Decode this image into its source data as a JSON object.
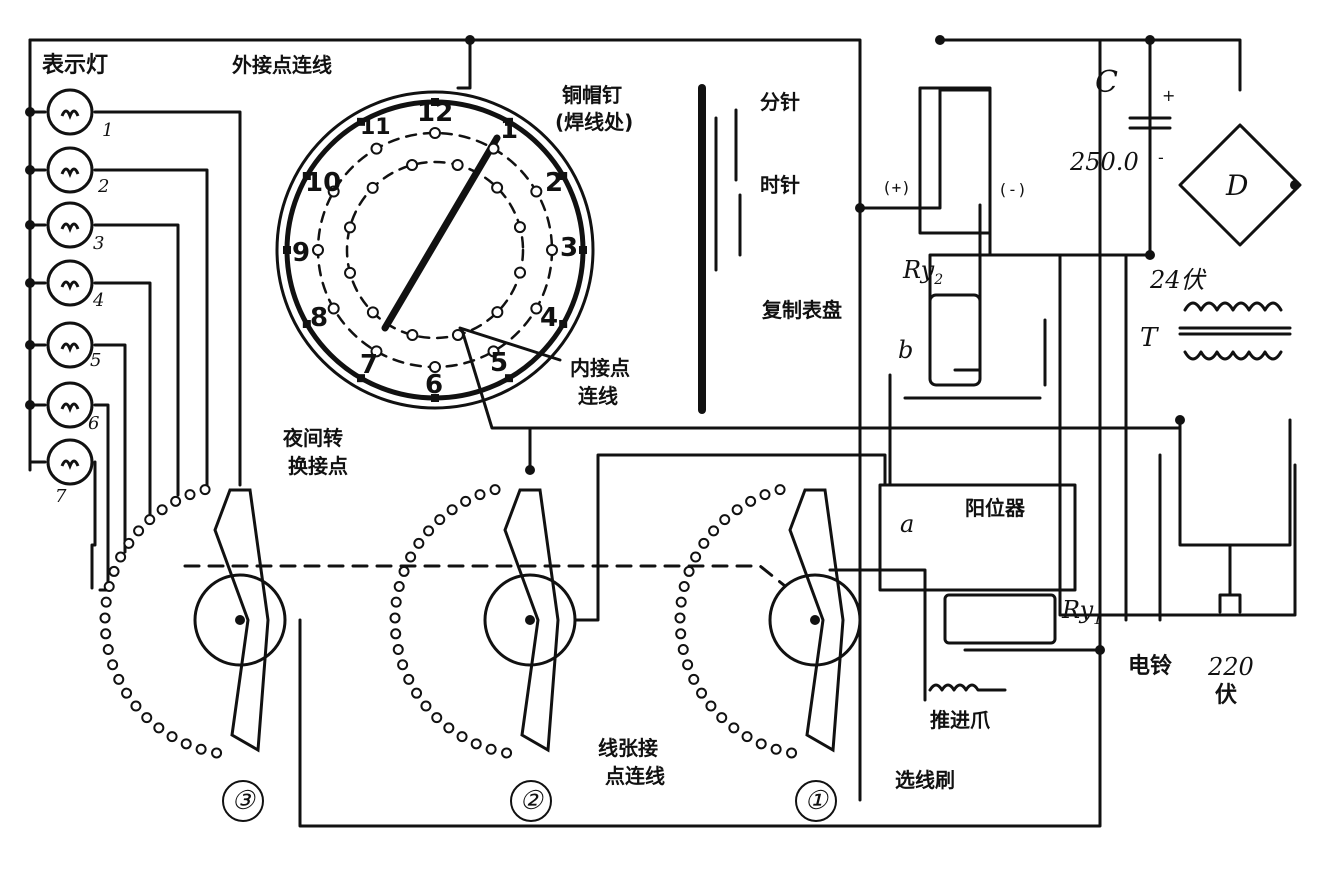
{
  "lamps": {
    "title": "表示灯",
    "numbers": [
      "1",
      "2",
      "3",
      "4",
      "5",
      "6",
      "7"
    ]
  },
  "clock": {
    "hours": [
      "12",
      "11",
      "10",
      "9",
      "8",
      "7",
      "6",
      "5",
      "4",
      "3",
      "2",
      "1"
    ],
    "outer_contact_label": "外接点连线",
    "inner_contact_label_1": "内接点",
    "inner_contact_label_2": "连线",
    "night_switch_1": "夜间转",
    "night_switch_2": "换接点"
  },
  "detail": {
    "rivet_1": "铜帽钉",
    "rivet_2": "(焊线处)",
    "minute_hand": "分针",
    "hour_hand": "时针",
    "face": "复制表盘"
  },
  "selectors": {
    "labels": [
      "③",
      "②",
      "①"
    ],
    "line_contacts_1": "线张接",
    "line_contacts_2": "点连线",
    "brush": "选线刷",
    "pawl": "推进爪",
    "reset": "阳位器",
    "a": "a",
    "b": "b"
  },
  "power": {
    "plus": "(+)",
    "minus": "(-)",
    "c_label": "C",
    "c_value": "250.0",
    "c_plus": "+",
    "c_minus": "-",
    "bridge": "D",
    "transformer": "T",
    "secondary": "24伏",
    "mains_1": "220",
    "mains_2": "伏",
    "bell": "电铃",
    "relay1": "Ry",
    "relay1_sub": "1",
    "relay2": "Ry",
    "relay2_sub": "2"
  }
}
